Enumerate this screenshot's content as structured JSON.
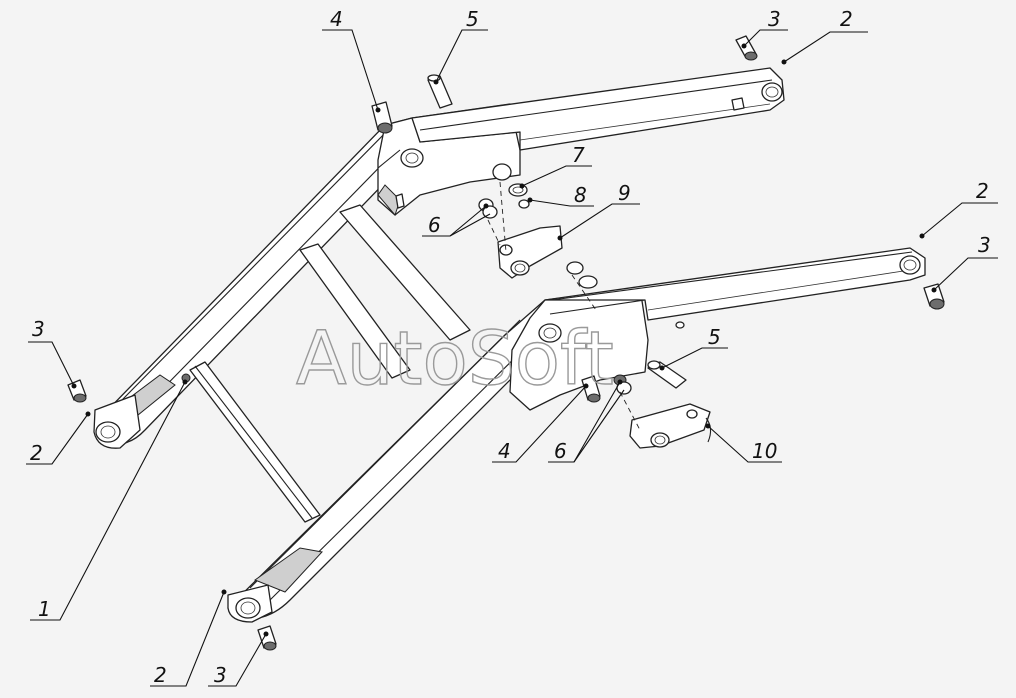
{
  "watermark": "AutoSoft",
  "callouts": {
    "c1": "1",
    "c2a": "2",
    "c2b": "2",
    "c2c": "2",
    "c2d": "2",
    "c3a": "3",
    "c3b": "3",
    "c3c": "3",
    "c3d": "3",
    "c4a": "4",
    "c4b": "4",
    "c5a": "5",
    "c5b": "5",
    "c6a": "6",
    "c6b": "6",
    "c7": "7",
    "c8": "8",
    "c9": "9",
    "c10": "10"
  }
}
